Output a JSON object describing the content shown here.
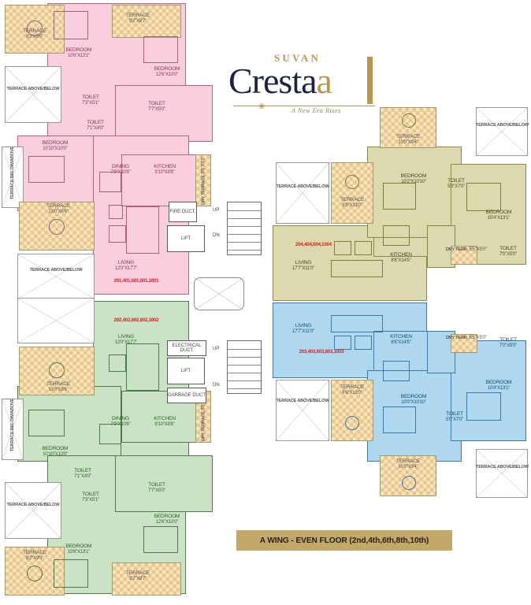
{
  "branding": {
    "brand_top": "SUVAN",
    "brand_main_1": "Cresta",
    "brand_main_accent": "a",
    "tagline": "A New Era Rises",
    "ornament": "❀",
    "accent_color": "#b89654",
    "ink_color": "#1d2340"
  },
  "footer": {
    "label": "A WING -  EVEN FLOOR (2nd,4th,6th,8th,10th)",
    "background": "#c3a969"
  },
  "legend": {
    "terrace_above_below": "TERRACE ABOVE/BELOW",
    "terrace_below_above": "TERRACE BELOW/ABOVE",
    "dry_terrace": "DRY TERRACE",
    "dry_terr": "DRY TERR."
  },
  "core": {
    "fire_duct": "FIRE DUCT.",
    "electrical_duct": "ELECTRICAL DUCT",
    "garbage_duct": "GARBAGE DUCT",
    "lift": "LIFT",
    "up": "UP",
    "dn": "DN"
  },
  "units": [
    {
      "id": "unit-pink",
      "flat_numbers": "201,401,601,801,1001",
      "color": "#f9cede",
      "stroke": "#b3657f",
      "rooms": [
        {
          "name": "BEDROOM",
          "dim": "10'6\"X13'1\""
        },
        {
          "name": "BEDROOM",
          "dim": "12'6\"X10'0\""
        },
        {
          "name": "BEDROOM",
          "dim": "10'10\"X10'0\""
        },
        {
          "name": "TOILET",
          "dim": "7'3\"X5'1\""
        },
        {
          "name": "TOILET",
          "dim": "7'1\"X4'0\""
        },
        {
          "name": "TOILET",
          "dim": "7'7\"X5'0\""
        },
        {
          "name": "DINING",
          "dim": "7'9\"X10'6\""
        },
        {
          "name": "KITCHEN",
          "dim": "9'10\"X8'8\""
        },
        {
          "name": "LIVING",
          "dim": "12'0\"X17'7\""
        },
        {
          "name": "TERRACE",
          "dim": "8'2\"X9'0\""
        },
        {
          "name": "TERRACE",
          "dim": "9'2\"X8'7\""
        },
        {
          "name": "TERRACE",
          "dim": "13'0\"X8'6\""
        },
        {
          "name": "DRY TERRACE",
          "dim": "8'8\"X3'5\""
        }
      ]
    },
    {
      "id": "unit-green",
      "flat_numbers": "202,402,602,802,1002",
      "color": "#c9e3c4",
      "stroke": "#4d7a48",
      "rooms": [
        {
          "name": "BEDROOM",
          "dim": "10'6\"X13'1\""
        },
        {
          "name": "BEDROOM",
          "dim": "12'6\"X10'0\""
        },
        {
          "name": "BEDROOM",
          "dim": "10'10\"X10'0\""
        },
        {
          "name": "TOILET",
          "dim": "7'3\"X5'1\""
        },
        {
          "name": "TOILET",
          "dim": "7'1\"X4'0\""
        },
        {
          "name": "TOILET",
          "dim": "7'7\"X5'0\""
        },
        {
          "name": "DINING",
          "dim": "7'9\"X10'6\""
        },
        {
          "name": "KITCHEN",
          "dim": "9'10\"X8'8\""
        },
        {
          "name": "LIVING",
          "dim": "12'0\"X17'7\""
        },
        {
          "name": "TERRACE",
          "dim": "8'2\"X9'0\""
        },
        {
          "name": "TERRACE",
          "dim": "9'2\"X8'7\""
        },
        {
          "name": "TERRACE",
          "dim": "13'0\"X8'6\""
        },
        {
          "name": "DRY TERRACE",
          "dim": "8'8\"X3'3\""
        }
      ]
    },
    {
      "id": "unit-beige",
      "flat_numbers": "204,404,604,1004",
      "color": "#ddd9ae",
      "stroke": "#8b8749",
      "rooms": [
        {
          "name": "LIVING",
          "dim": "17'7\"X11'0\""
        },
        {
          "name": "KITCHEN",
          "dim": "8'6\"X14'5\""
        },
        {
          "name": "BEDROOM",
          "dim": "10'2\"X10'10\""
        },
        {
          "name": "BEDROOM",
          "dim": "10'4\"X13'1\""
        },
        {
          "name": "TOILET",
          "dim": "5'0\"X7'0\""
        },
        {
          "name": "TOILET",
          "dim": "7'0\"X5'0\""
        },
        {
          "name": "TERRACE",
          "dim": "10'0\"X9'4\""
        },
        {
          "name": "TERRACE",
          "dim": "8'6\"X13'0\""
        },
        {
          "name": "DRY TERR.",
          "dim": "5'5\"X5'0\""
        }
      ]
    },
    {
      "id": "unit-blue",
      "flat_numbers": "203,403,603,803,1003",
      "color": "#afd8f0",
      "stroke": "#3f77a6",
      "rooms": [
        {
          "name": "LIVING",
          "dim": "17'7\"X11'0\""
        },
        {
          "name": "KITCHEN",
          "dim": "8'6\"X14'5\""
        },
        {
          "name": "BEDROOM",
          "dim": "10'0\"X10'10\""
        },
        {
          "name": "BEDROOM",
          "dim": "10'4\"X13'1\""
        },
        {
          "name": "TOILET",
          "dim": "5'0\"X7'0\""
        },
        {
          "name": "TOILET",
          "dim": "7'0\"X5'0\""
        },
        {
          "name": "TERRACE",
          "dim": "10'0\"X9'4\""
        },
        {
          "name": "TERRACE",
          "dim": "8'6\"X13'0\""
        },
        {
          "name": "DRY TERR.",
          "dim": "6'5\"X5'0\""
        }
      ]
    }
  ]
}
